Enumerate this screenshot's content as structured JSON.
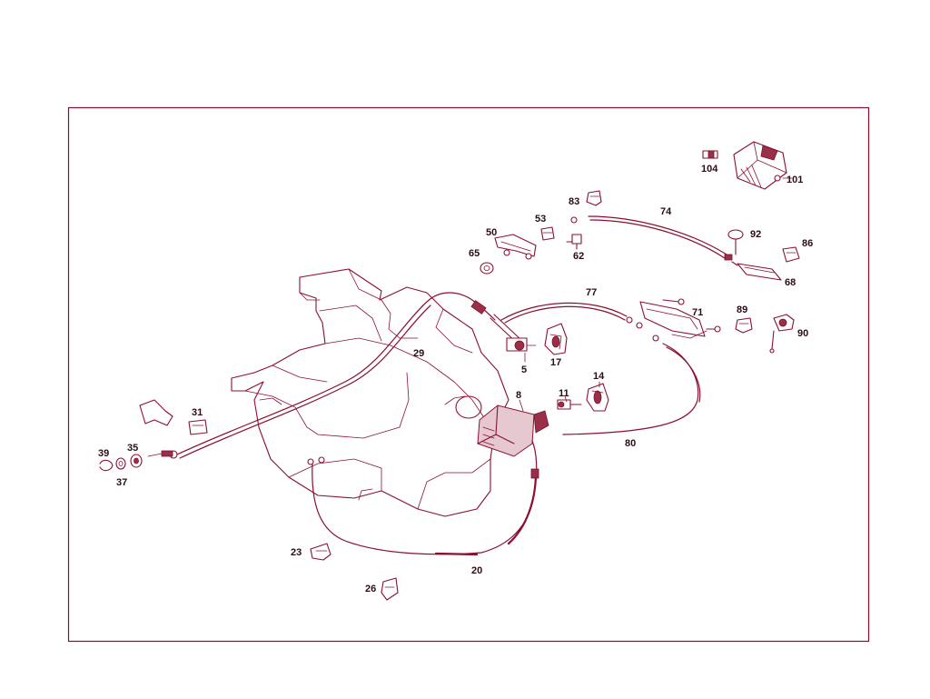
{
  "diagram": {
    "line_color": "#8a1030",
    "labels": {
      "p104": "104",
      "p101": "101",
      "p83": "83",
      "p74": "74",
      "p53": "53",
      "p50": "50",
      "p65": "65",
      "p62": "62",
      "p92": "92",
      "p86": "86",
      "p68": "68",
      "p77": "77",
      "p71": "71",
      "p89": "89",
      "p90": "90",
      "p29": "29",
      "p5": "5",
      "p17": "17",
      "p14": "14",
      "p11": "11",
      "p8": "8",
      "p31": "31",
      "p39": "39",
      "p35": "35",
      "p37": "37",
      "p80": "80",
      "p23": "23",
      "p20": "20",
      "p26": "26"
    }
  }
}
